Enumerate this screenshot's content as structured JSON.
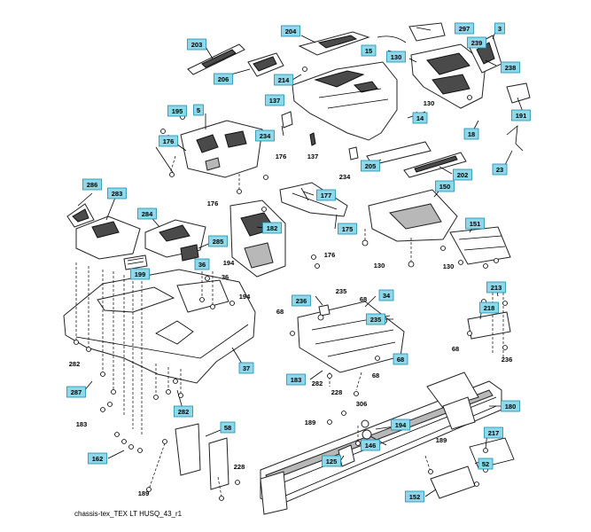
{
  "caption": "chassis-tex_TEX LT HUSQ_43_r1",
  "colors": {
    "callout_fill": "#8fd8ea",
    "callout_border": "#1a8fb0",
    "line": "#000000"
  },
  "boxed_callouts": [
    "203",
    "204",
    "297",
    "3",
    "15",
    "239",
    "130",
    "238",
    "206",
    "214",
    "137",
    "195",
    "5",
    "191",
    "234",
    "14",
    "176",
    "18",
    "205",
    "202",
    "23",
    "286",
    "283",
    "284",
    "177",
    "182",
    "175",
    "150",
    "151",
    "285",
    "36",
    "199",
    "34",
    "236",
    "235",
    "213",
    "218",
    "68",
    "37",
    "183",
    "194",
    "180",
    "58",
    "146",
    "217",
    "162",
    "125",
    "52",
    "152",
    "282",
    "287"
  ],
  "plain_callouts": [
    "130",
    "176",
    "137",
    "234",
    "176",
    "176",
    "130",
    "130",
    "194",
    "36",
    "194",
    "235",
    "68",
    "68",
    "68",
    "236",
    "68",
    "282",
    "282",
    "183",
    "228",
    "306",
    "189",
    "189",
    "228",
    "189"
  ]
}
